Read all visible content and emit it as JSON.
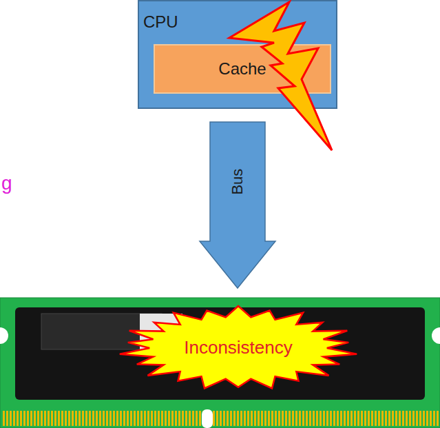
{
  "diagram": {
    "nodes": [
      {
        "text": [
          "CPU"
        ]
      },
      {
        "text": [
          "Cache"
        ],
        "in": 0
      },
      {
        "text": [
          "Bus"
        ]
      },
      {
        "text": [
          "Inconsistency"
        ]
      }
    ],
    "labels": [
      "g"
    ]
  }
}
